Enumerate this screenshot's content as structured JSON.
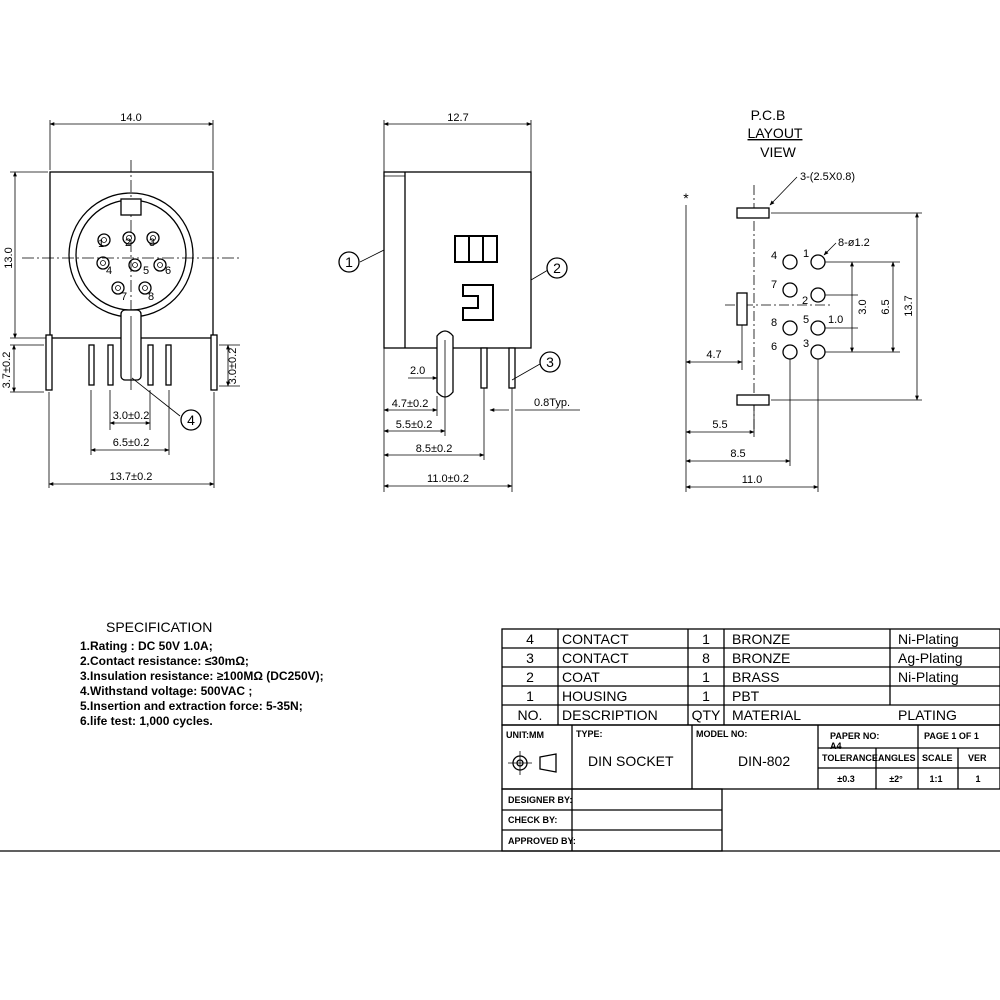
{
  "front_view": {
    "dim_width": "14.0",
    "dim_height": "13.0",
    "dim_pin_left": "3.7±0.2",
    "dim_pin_right": "3.0±0.2",
    "dim_pin_pitch": "3.0±0.2",
    "dim_outer_pins": "6.5±0.2",
    "dim_span": "13.7±0.2",
    "pins": [
      "1",
      "2",
      "3",
      "4",
      "5",
      "6",
      "7",
      "8"
    ],
    "callout": "4"
  },
  "side_view": {
    "dim_width": "12.7",
    "callout_1": "1",
    "callout_2": "2",
    "callout_3": "3",
    "dim_2": "2.0",
    "dim_47": "4.7±0.2",
    "dim_55": "5.5±0.2",
    "dim_85": "8.5±0.2",
    "dim_110": "11.0±0.2",
    "dim_pin": "0.8Typ."
  },
  "pcb_view": {
    "title_1": "P.C.B",
    "title_2": "LAYOUT",
    "title_3": "VIEW",
    "slot_note": "3-(2.5X0.8)",
    "hole_note": "8-ø1.2",
    "star": "*",
    "pins": [
      "4",
      "1",
      "7",
      "2",
      "8",
      "5",
      "6",
      "3"
    ],
    "dim_10": "1.0",
    "dim_30": "3.0",
    "dim_65": "6.5",
    "dim_137": "13.7",
    "dim_47": "4.7",
    "dim_55": "5.5",
    "dim_85": "8.5",
    "dim_110": "11.0"
  },
  "specification": {
    "title": "SPECIFICATION",
    "items": [
      "1.Rating : DC 50V 1.0A;",
      "2.Contact resistance: ≤30mΩ;",
      "3.Insulation resistance: ≥100MΩ (DC250V);",
      "4.Withstand voltage: 500VAC ;",
      "5.Insertion and extraction force: 5-35N;",
      "6.life test: 1,000 cycles."
    ]
  },
  "bom": {
    "rows": [
      {
        "no": "4",
        "desc": "CONTACT",
        "qty": "1",
        "material": "BRONZE",
        "plating": "Ni-Plating"
      },
      {
        "no": "3",
        "desc": "CONTACT",
        "qty": "8",
        "material": "BRONZE",
        "plating": "Ag-Plating"
      },
      {
        "no": "2",
        "desc": "COAT",
        "qty": "1",
        "material": "BRASS",
        "plating": "Ni-Plating"
      },
      {
        "no": "1",
        "desc": "HOUSING",
        "qty": "1",
        "material": "PBT",
        "plating": ""
      }
    ],
    "header": {
      "no": "NO.",
      "desc": "DESCRIPTION",
      "qty": "QTY",
      "material": "MATERIAL",
      "plating": "PLATING"
    }
  },
  "title_block": {
    "unit_label": "UNIT:MM",
    "type_label": "TYPE:",
    "type_value": "DIN SOCKET",
    "model_label": "MODEL NO:",
    "model_value": "DIN-802",
    "paper_label": "PAPER NO:",
    "paper_value": "A4",
    "page_label": "PAGE 1 OF 1",
    "tolerance_label": "TOLERANCE",
    "angles_label": "ANGLES",
    "scale_label": "SCALE",
    "ver_label": "VER",
    "tolerance_value": "±0.3",
    "angles_value": "±2°",
    "scale_value": "1:1",
    "ver_value": "1",
    "designer_label": "DESIGNER BY:",
    "check_label": "CHECK BY:",
    "approved_label": "APPROVED BY:"
  }
}
